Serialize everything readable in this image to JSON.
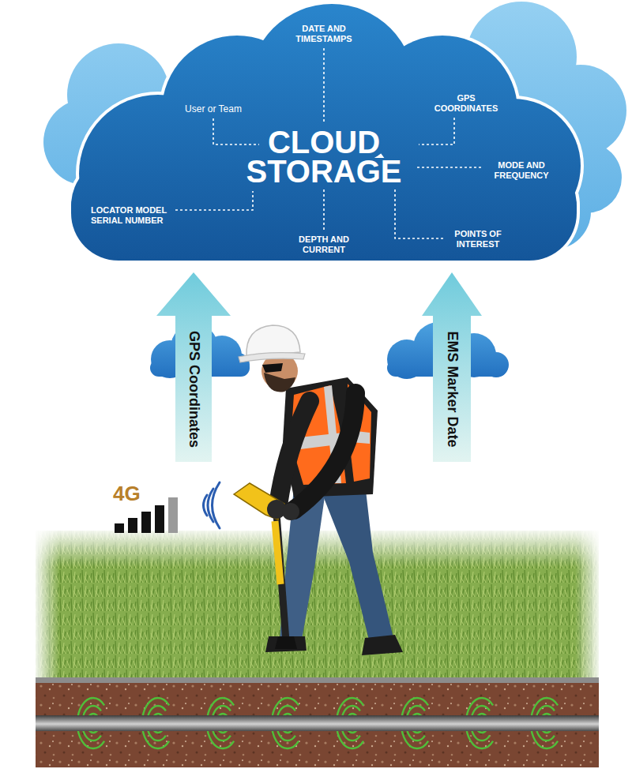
{
  "diagram": {
    "nodes": [
      {
        "text": [
          "CLOUD STORAGE"
        ]
      },
      {
        "text": [
          "GPS Coordinates"
        ]
      },
      {
        "text": [
          "EMS Marker Date"
        ]
      }
    ],
    "labels": [
      "DATE AND TIMESTAMPS",
      "User or Team",
      "GPS COORDINATES",
      "MODE AND FREQUENCY",
      "LOCATOR MODEL SERIAL NUMBER",
      "DEPTH AND CURRENT",
      "POINTS OF INTEREST",
      "4G"
    ]
  }
}
